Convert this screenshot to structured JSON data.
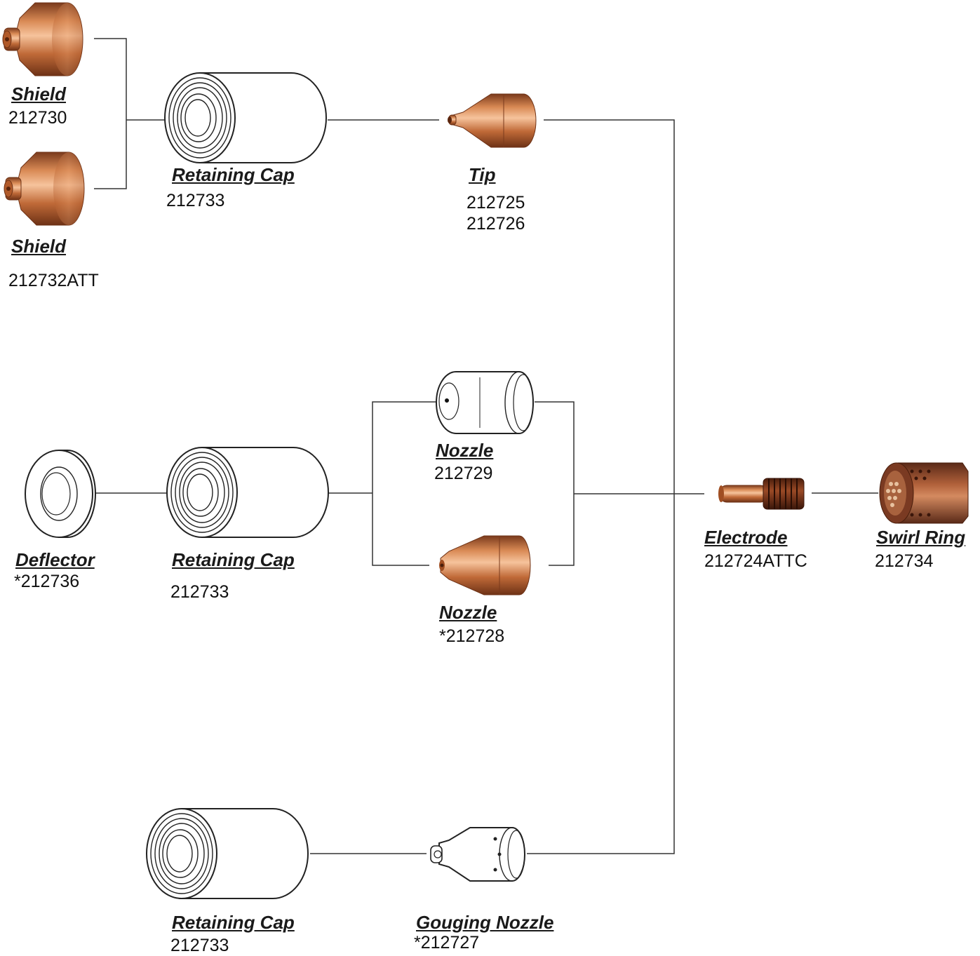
{
  "colors": {
    "copper": "#c8723f",
    "copper_dark": "#8a4020",
    "copper_light": "#f0b48a",
    "line": "#333333"
  },
  "parts": {
    "shield_1": {
      "name": "Shield",
      "number": "212730",
      "icon": "shield-copper"
    },
    "shield_2": {
      "name": "Shield",
      "number": "212732ATT",
      "icon": "shield-copper"
    },
    "retaining_cap_1": {
      "name": "Retaining Cap",
      "number": "212733",
      "icon": "retaining-cap"
    },
    "tip": {
      "name": "Tip",
      "numbers": [
        "212725",
        "212726"
      ],
      "icon": "tip-copper"
    },
    "deflector": {
      "name": "Deflector",
      "number": "*212736",
      "icon": "deflector"
    },
    "retaining_cap_2": {
      "name": "Retaining Cap",
      "number": "212733",
      "icon": "retaining-cap"
    },
    "nozzle_1": {
      "name": "Nozzle",
      "number": "212729",
      "icon": "nozzle-outline"
    },
    "nozzle_2": {
      "name": "Nozzle",
      "number": "*212728",
      "icon": "nozzle-copper"
    },
    "electrode": {
      "name": "Electrode",
      "number": "212724ATTC",
      "icon": "electrode-copper"
    },
    "swirl_ring": {
      "name": "Swirl Ring",
      "number": "212734",
      "icon": "swirl-ring"
    },
    "retaining_cap_3": {
      "name": "Retaining Cap",
      "number": "212733",
      "icon": "retaining-cap"
    },
    "gouging_nozzle": {
      "name": "Gouging Nozzle",
      "number": "*212727",
      "icon": "gouging-nozzle"
    }
  }
}
